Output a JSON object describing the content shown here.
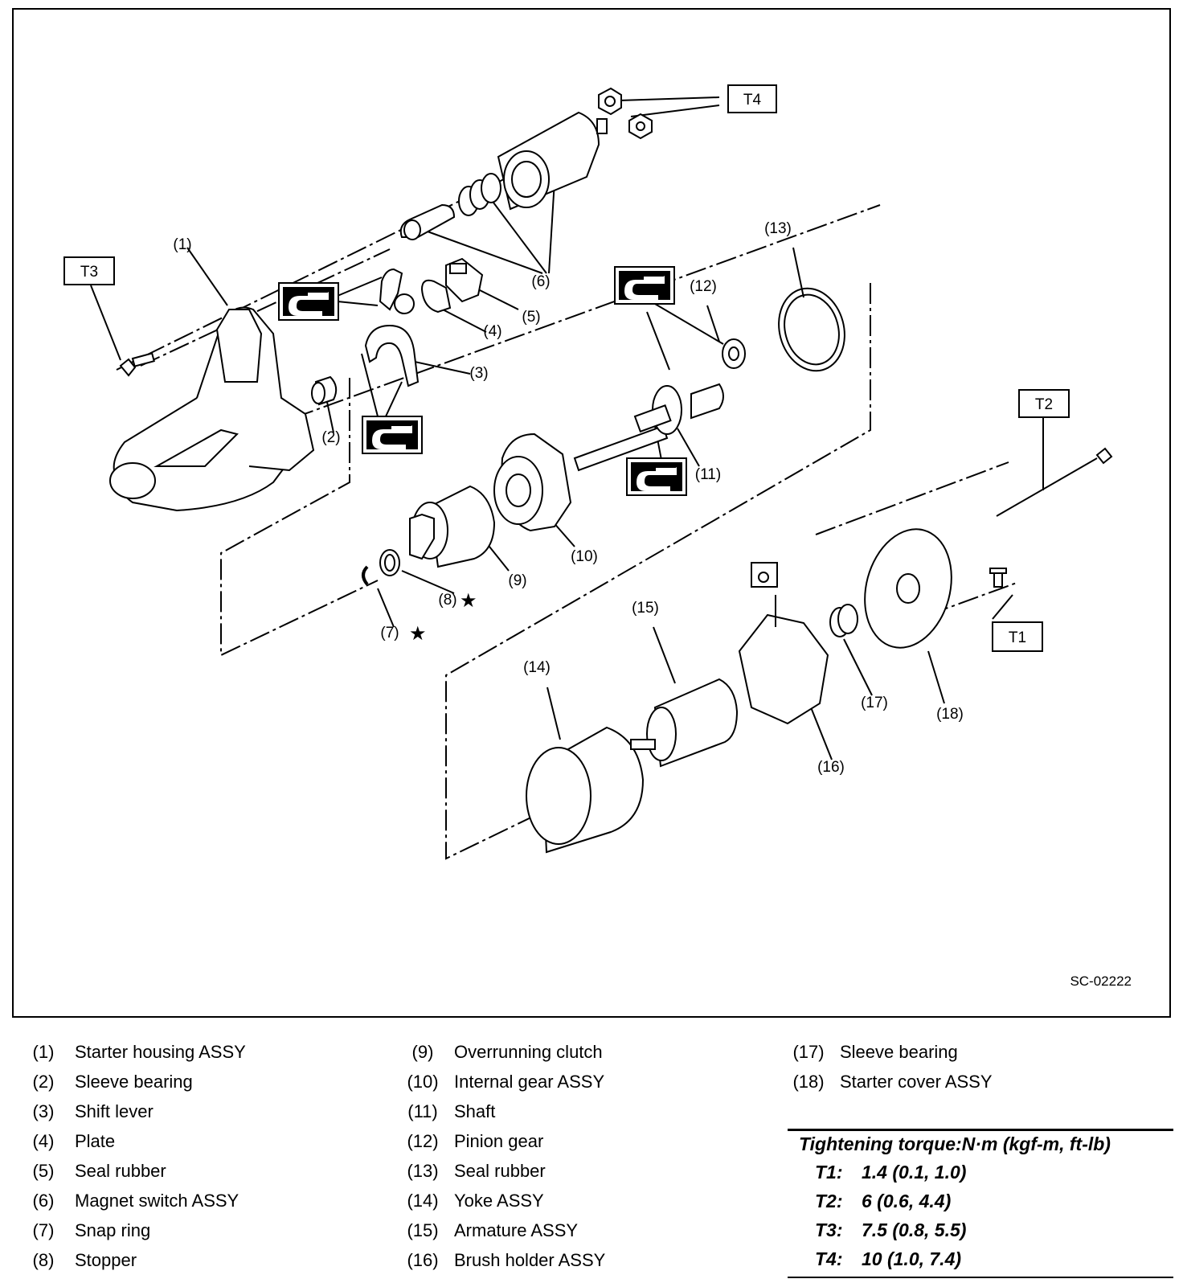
{
  "figure": {
    "code": "SC-02222",
    "callouts": [
      "(1)",
      "(2)",
      "(3)",
      "(4)",
      "(5)",
      "(6)",
      "(7)",
      "(8)",
      "(9)",
      "(10)",
      "(11)",
      "(12)",
      "(13)",
      "(14)",
      "(15)",
      "(16)",
      "(17)",
      "(18)"
    ],
    "torque_boxes": [
      "T1",
      "T2",
      "T3",
      "T4"
    ],
    "star_symbol": "★",
    "grease_icon": "grease-icon"
  },
  "legend": {
    "col1": [
      {
        "num": "(1)",
        "name": "Starter housing ASSY"
      },
      {
        "num": "(2)",
        "name": "Sleeve bearing"
      },
      {
        "num": "(3)",
        "name": "Shift lever"
      },
      {
        "num": "(4)",
        "name": "Plate"
      },
      {
        "num": "(5)",
        "name": "Seal rubber"
      },
      {
        "num": "(6)",
        "name": "Magnet switch ASSY"
      },
      {
        "num": "(7)",
        "name": "Snap ring"
      },
      {
        "num": "(8)",
        "name": "Stopper"
      }
    ],
    "col2": [
      {
        "num": "(9)",
        "name": "Overrunning clutch"
      },
      {
        "num": "(10)",
        "name": "Internal gear ASSY"
      },
      {
        "num": "(11)",
        "name": "Shaft"
      },
      {
        "num": "(12)",
        "name": "Pinion gear"
      },
      {
        "num": "(13)",
        "name": "Seal rubber"
      },
      {
        "num": "(14)",
        "name": "Yoke ASSY"
      },
      {
        "num": "(15)",
        "name": "Armature ASSY"
      },
      {
        "num": "(16)",
        "name": "Brush holder ASSY"
      }
    ],
    "col3": [
      {
        "num": "(17)",
        "name": "Sleeve bearing"
      },
      {
        "num": "(18)",
        "name": "Starter cover ASSY"
      }
    ]
  },
  "torque": {
    "title": "Tightening torque:N·m (kgf-m, ft-lb)",
    "rows": [
      {
        "key": "T1:",
        "value": "1.4 (0.1, 1.0)"
      },
      {
        "key": "T2:",
        "value": "6 (0.6, 4.4)"
      },
      {
        "key": "T3:",
        "value": "7.5 (0.8, 5.5)"
      },
      {
        "key": "T4:",
        "value": "10 (1.0, 7.4)"
      }
    ]
  }
}
